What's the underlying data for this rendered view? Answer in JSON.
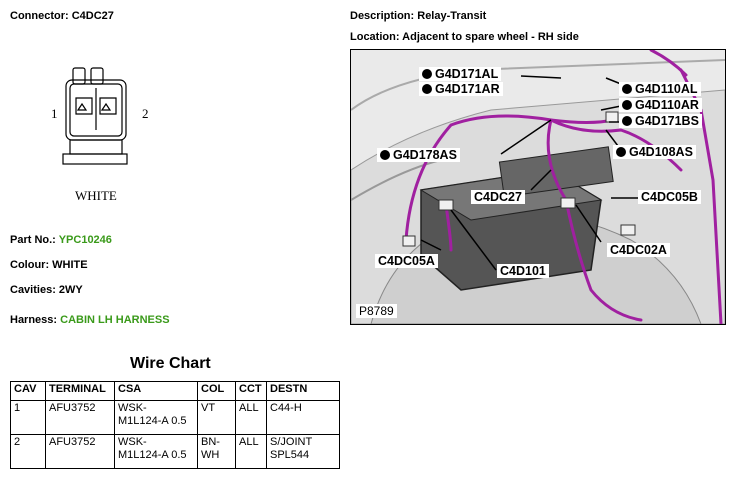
{
  "connector": {
    "label": "Connector:",
    "value": "C4DC27"
  },
  "description": {
    "label": "Description:",
    "value": "Relay-Transit"
  },
  "location": {
    "label": "Location:",
    "value": "Adjacent to spare wheel - RH side"
  },
  "diagram": {
    "pin1": "1",
    "pin2": "2",
    "color_text": "WHITE"
  },
  "part_no": {
    "label": "Part No.:",
    "value": "YPC10246"
  },
  "colour": {
    "label": "Colour:",
    "value": "WHITE"
  },
  "cavities": {
    "label": "Cavities:",
    "value": "2WY"
  },
  "harness": {
    "label": "Harness:",
    "value": "CABIN LH HARNESS"
  },
  "photo": {
    "ref": "P8789",
    "callouts": {
      "g4d171al": "G4D171AL",
      "g4d171ar": "G4D171AR",
      "g4d110al": "G4D110AL",
      "g4d110ar": "G4D110AR",
      "g4d171bs": "G4D171BS",
      "g4d178as": "G4D178AS",
      "g4d108as": "G4D108AS",
      "c4dc27": "C4DC27",
      "c4dc05b": "C4DC05B",
      "c4dc02a": "C4DC02A",
      "c4dc05a": "C4DC05A",
      "c4d101": "C4D101"
    }
  },
  "wire_chart": {
    "title": "Wire Chart",
    "headers": [
      "CAV",
      "TERMINAL",
      "CSA",
      "COL",
      "CCT",
      "DESTN"
    ],
    "rows": [
      [
        "1",
        "AFU3752",
        "WSK-\nM1L124-A 0.5",
        "VT",
        "ALL",
        "C44-H"
      ],
      [
        "2",
        "AFU3752",
        "WSK-\nM1L124-A 0.5",
        "BN-\nWH",
        "ALL",
        "S/JOINT\nSPL544"
      ]
    ]
  },
  "colors": {
    "accent_green": "#3a9a1a",
    "wire_purple": "#a020a0"
  }
}
